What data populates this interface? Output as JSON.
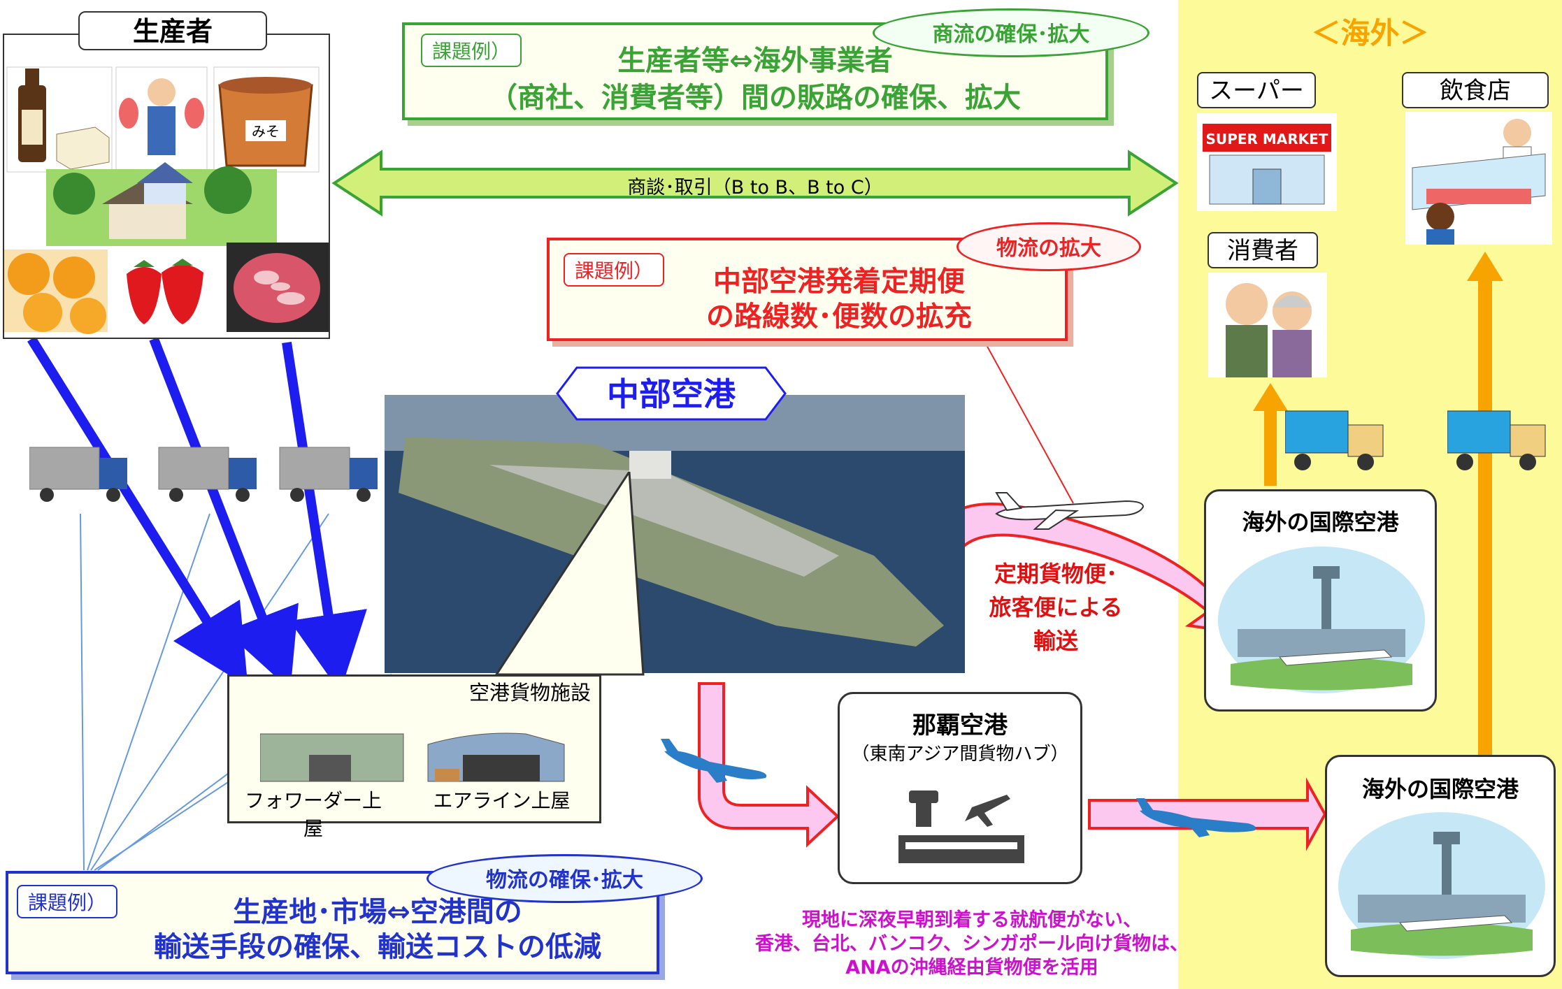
{
  "overseas": {
    "title": "＜海外＞"
  },
  "producer": {
    "label": "生産者",
    "photos": [
      "sake-and-tofu-photo",
      "fish-farmer-photo",
      "miso-photo",
      "mandarin-photo",
      "strawberry-photo",
      "wagyu-photo"
    ]
  },
  "commerce": {
    "tag": "課題例）",
    "oval": "商流の確保･拡大",
    "line1": "生産者等⇔海外事業者",
    "line2": "（商社、消費者等）間の販路の確保、拡大",
    "arrow_label": "商談･取引（B to B、B to C）"
  },
  "logistics_expand": {
    "tag": "課題例）",
    "oval": "物流の拡大",
    "line1": "中部空港発着定期便",
    "line2": "の路線数･便数の拡充"
  },
  "airport": {
    "label": "中部空港"
  },
  "cargo": {
    "title": "空港貨物施設",
    "forwarder": "フォワーダー上屋",
    "airline": "エアライン上屋"
  },
  "logistics_secure": {
    "tag": "課題例）",
    "oval": "物流の確保･拡大",
    "line1": "生産地･市場⇔空港間の",
    "line2": "輸送手段の確保、輸送コストの低減"
  },
  "scheduled": {
    "lines": [
      "定期貨物便･",
      "旅客便による",
      "輸送"
    ]
  },
  "naha": {
    "title": "那覇空港",
    "subtitle": "（東南アジア間貨物ハブ）"
  },
  "intl_airport_upper": {
    "title": "海外の国際空港"
  },
  "intl_airport_lower": {
    "title": "海外の国際空港"
  },
  "super": {
    "label": "スーパー",
    "sign": "SUPER MARKET"
  },
  "restaurant": {
    "label": "飲食店"
  },
  "consumer": {
    "label": "消費者"
  },
  "note": {
    "line1": "現地に深夜早朝到着する就航便がない、",
    "line2": "香港、台北、バンコク、シンガポール向け貨物は、",
    "line3": "ANAの沖縄経由貨物便を活用"
  },
  "colors": {
    "overseas_bg": "#fdfa9a",
    "green": "#3aa335",
    "red": "#e22222",
    "blue": "#2233cc",
    "orange_arrow": "#f7a400",
    "pink_arrow": "#fcc8ef",
    "note": "#cc11cc"
  }
}
